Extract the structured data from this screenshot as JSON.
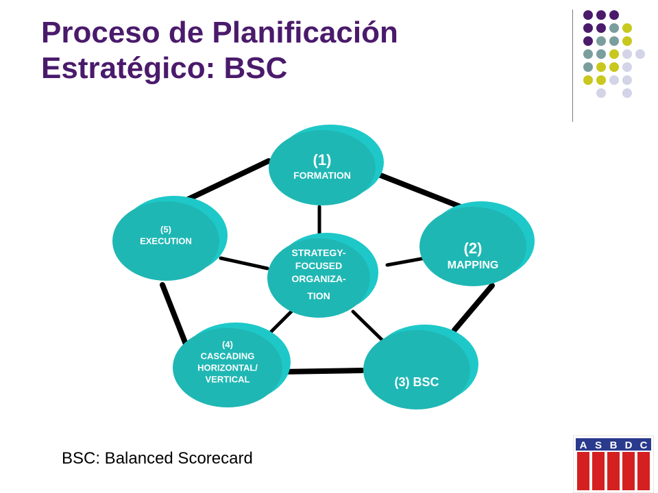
{
  "title": {
    "line1": "Proceso de Planificación",
    "line2": "Estratégico: BSC"
  },
  "colors": {
    "title": "#4a1a6b",
    "node_fill": "#1fb7b4",
    "node_shadow": "#1ec8c8",
    "connector": "#000000",
    "dot_purple": "#4a1a6b",
    "dot_teal": "#7a9e9e",
    "dot_yellow": "#c8c81e",
    "dot_lavender": "#d4d4e8"
  },
  "diagram": {
    "center": {
      "lines": [
        "STRATEGY-",
        "FOCUSED",
        "ORGANIZA-",
        "TION"
      ]
    },
    "nodes": [
      {
        "number": "(1)",
        "lines": [
          "FORMATION"
        ]
      },
      {
        "number": "(2)",
        "lines": [
          "MAPPING"
        ]
      },
      {
        "number": "(3)",
        "lines": [
          "BSC"
        ]
      },
      {
        "number": "(4)",
        "lines": [
          "CASCADING",
          "HORIZONTAL/",
          "VERTICAL"
        ]
      },
      {
        "number": "(5)",
        "lines": [
          "EXECUTION"
        ]
      }
    ]
  },
  "caption": "BSC: Balanced Scorecard",
  "logo": {
    "letters": [
      "A",
      "S",
      "B",
      "D",
      "C"
    ],
    "colors": {
      "red": "#d42020",
      "blue": "#2a3a8c"
    }
  }
}
